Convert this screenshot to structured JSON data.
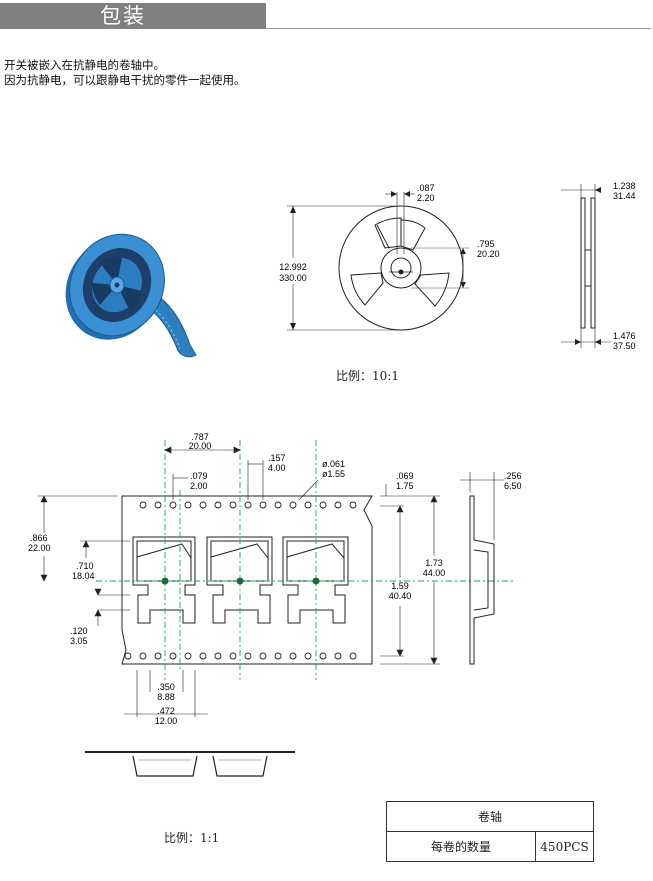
{
  "header": {
    "title": "包装"
  },
  "intro": {
    "line1": "开关被嵌入在抗静电的卷轴中。",
    "line2": "因为抗静电，可以跟静电干扰的零件一起使用。"
  },
  "reel_drawing": {
    "dims": {
      "hub_hole_in": ".087",
      "hub_hole_mm": "2.20",
      "hub_dia_in": ".795",
      "hub_dia_mm": "20.20",
      "reel_dia_in": "12.992",
      "reel_dia_mm": "330.00",
      "width_outer_in": "1.238",
      "width_outer_mm": "31.44",
      "width_inner_in": "1.476",
      "width_inner_mm": "37.50"
    },
    "scale": "比例：10:1"
  },
  "tape_drawing": {
    "dims": {
      "pitch_in": ".787",
      "pitch_mm": "20.00",
      "hole_pitch_in": ".157",
      "hole_pitch_mm": "4.00",
      "hole_dia_in": "ø.061",
      "hole_dia_mm": "ø1.55",
      "hole_offset_in": ".079",
      "hole_offset_mm": "2.00",
      "edge_in": ".069",
      "edge_mm": "1.75",
      "depth_in": ".256",
      "depth_mm": "6.50",
      "pocket_h_in": ".866",
      "pocket_h_mm": "22.00",
      "pocket_inner_in": ".710",
      "pocket_inner_mm": "18.04",
      "tab_in": ".120",
      "tab_mm": "3.05",
      "tape_w_in": "1.73",
      "tape_w_mm": "44.00",
      "hole_span_in": "1.59",
      "hole_span_mm": "40.40",
      "slot_in": ".350",
      "slot_mm": "8.88",
      "slot_w_in": ".472",
      "slot_w_mm": "12.00"
    },
    "scale": "比例：1:1"
  },
  "spec_table": {
    "header": "卷轴",
    "label": "每卷的数量",
    "value": "450PCS"
  },
  "colors": {
    "reel_blue": "#2f84c8",
    "dim_green": "#1aa84a",
    "header_gray": "#808080"
  }
}
